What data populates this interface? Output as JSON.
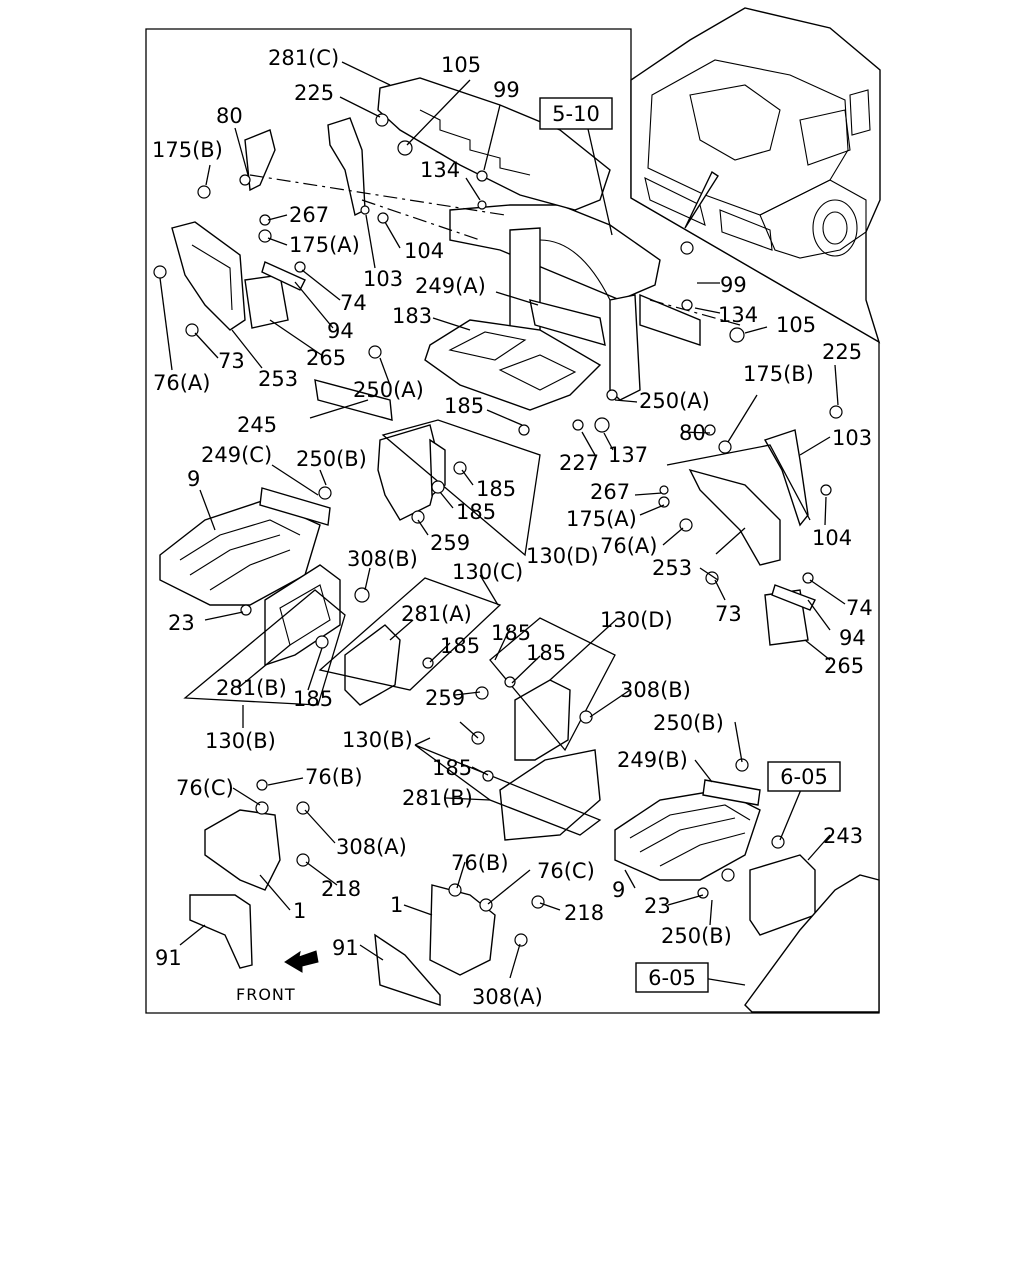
{
  "labels": {
    "l281c": "281(C)",
    "l105a": "105",
    "l225a": "225",
    "l99a": "99",
    "l80a": "80",
    "l175ba": "175(B)",
    "l134a": "134",
    "l267a": "267",
    "l175aa": "175(A)",
    "l104a": "104",
    "l103a": "103",
    "l74a": "74",
    "l94a": "94",
    "l265a": "265",
    "l73a": "73",
    "l253a": "253",
    "l76aa": "76(A)",
    "l249a": "249(A)",
    "l99b": "99",
    "l134b": "134",
    "l105b": "105",
    "l183": "183",
    "l250aa": "250(A)",
    "l245": "245",
    "l225b": "225",
    "l175bb": "175(B)",
    "l185a": "185",
    "l250ab": "250(A)",
    "l103b": "103",
    "l80b": "80",
    "l227": "227",
    "l137": "137",
    "l249c": "249(C)",
    "l250ba": "250(B)",
    "l9a": "9",
    "l185b": "185",
    "l185c": "185",
    "l267b": "267",
    "l175ab": "175(A)",
    "l104b": "104",
    "l76ab": "76(A)",
    "l259a": "259",
    "l130da": "130(D)",
    "l253b": "253",
    "l308ba": "308(B)",
    "l130ca": "130(C)",
    "l73b": "73",
    "l74b": "74",
    "l23a": "23",
    "l281a": "281(A)",
    "l94b": "94",
    "l185d": "185",
    "l130db": "130(D)",
    "l185e": "185",
    "l185f": "185",
    "l265b": "265",
    "l281ba": "281(B)",
    "l185g": "185",
    "l259b": "259",
    "l308bb": "308(B)",
    "l130ba": "130(B)",
    "l250bb": "250(B)",
    "l130bb": "130(B)",
    "l185h": "185",
    "l249b": "249(B)",
    "l76ca": "76(C)",
    "l76ba": "76(B)",
    "l281bb": "281(B)",
    "l308aa": "308(A)",
    "l243": "243",
    "l218a": "218",
    "l1a": "1",
    "l76bb": "76(B)",
    "l76cb": "76(C)",
    "l9b": "9",
    "l1b": "1",
    "l218b": "218",
    "l23b": "23",
    "l250bc": "250(B)",
    "l91a": "91",
    "l91b": "91",
    "l308ab": "308(A)",
    "front": "FRONT"
  },
  "refs": {
    "ref510": "5-10",
    "ref605a": "6-05",
    "ref605b": "6-05"
  }
}
